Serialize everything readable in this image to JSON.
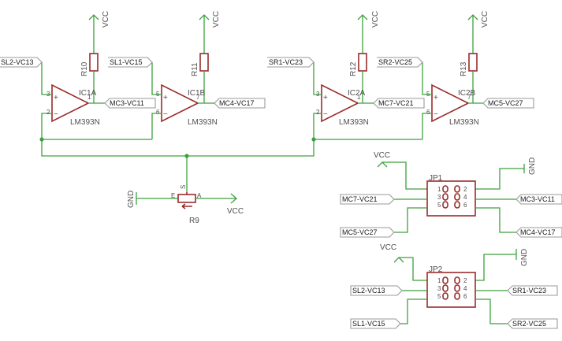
{
  "power": {
    "vcc": "VCC",
    "gnd": "GND"
  },
  "resistors": [
    {
      "name": "R10"
    },
    {
      "name": "R11"
    },
    {
      "name": "R12"
    },
    {
      "name": "R13"
    }
  ],
  "comparators": [
    {
      "name": "IC1A",
      "value": "LM393N",
      "pin_plus": "3",
      "pin_minus": "2",
      "pin_out": "1",
      "in_label": "SL2-VC13",
      "out_label": "MC3-VC11"
    },
    {
      "name": "IC1B",
      "value": "LM393N",
      "pin_plus": "5",
      "pin_minus": "6",
      "pin_out": "7",
      "in_label": "SL1-VC15",
      "out_label": "MC4-VC17"
    },
    {
      "name": "IC2A",
      "value": "LM393N",
      "pin_plus": "3",
      "pin_minus": "2",
      "pin_out": "1",
      "in_label": "SR1-VC23",
      "out_label": "MC7-VC21"
    },
    {
      "name": "IC2B",
      "value": "LM393N",
      "pin_plus": "5",
      "pin_minus": "6",
      "pin_out": "7",
      "in_label": "SR2-VC25",
      "out_label": "MC5-VC27"
    }
  ],
  "pot": {
    "name": "R9",
    "pin_e": "E",
    "pin_s": "S",
    "pin_a": "A"
  },
  "jp1": {
    "name": "JP1",
    "pins": [
      "1",
      "2",
      "3",
      "4",
      "5",
      "6"
    ],
    "labels": {
      "left_mid": "MC7-VC21",
      "right_mid": "MC3-VC11",
      "left_bottom": "MC5-VC27",
      "right_bottom": "MC4-VC17"
    }
  },
  "jp2": {
    "name": "JP2",
    "pins": [
      "1",
      "2",
      "3",
      "4",
      "5",
      "6"
    ],
    "labels": {
      "left_mid": "SL2-VC13",
      "right_mid": "SR1-VC23",
      "left_bottom": "SL1-VC15",
      "right_bottom": "SR2-VC25"
    }
  }
}
